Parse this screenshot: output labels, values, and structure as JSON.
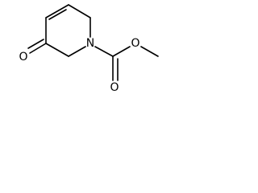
{
  "molecule": {
    "atoms": {
      "ketone_oxygen": "O",
      "ring_nitrogen": "N",
      "carbonyl_oxygen": "O",
      "ester_oxygen": "O"
    }
  }
}
